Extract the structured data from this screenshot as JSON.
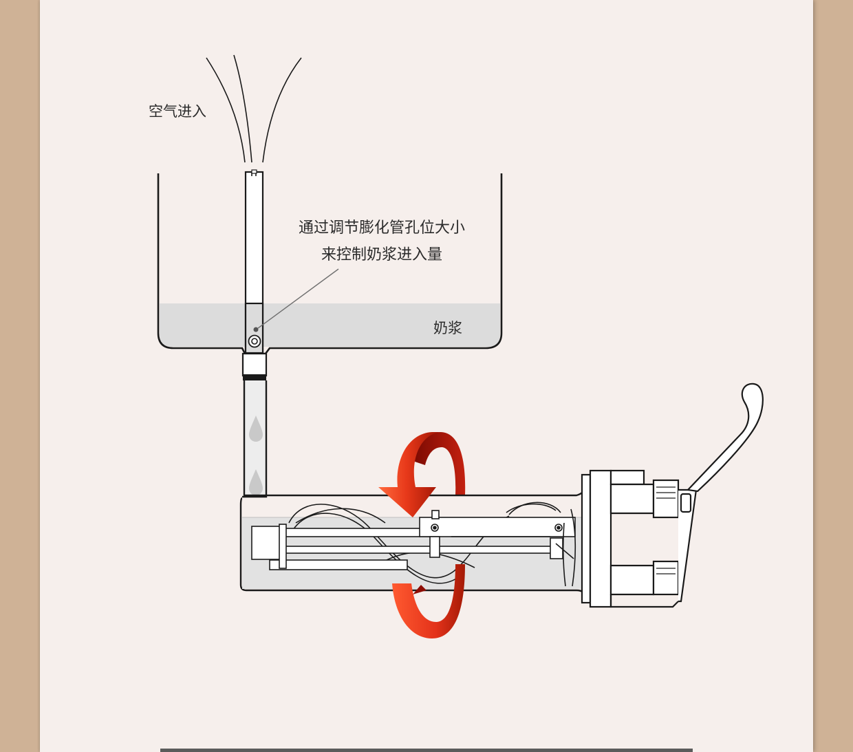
{
  "labels": {
    "air_in": "空气进入",
    "note_line1": "通过调节膨化管孔位大小",
    "note_line2": "来控制奶浆进入量",
    "milk": "奶浆"
  },
  "colors": {
    "background_outer": "#cfb296",
    "panel": "#f6efec",
    "liquid": "#dcdcdc",
    "arrow_red": "#e8391a",
    "arrow_dark": "#8e0d04",
    "outline": "#1a1a1a"
  },
  "icons": [
    "air-stream-icon",
    "droplet-icon",
    "rotation-arrow-icon",
    "handle-lever-icon"
  ]
}
